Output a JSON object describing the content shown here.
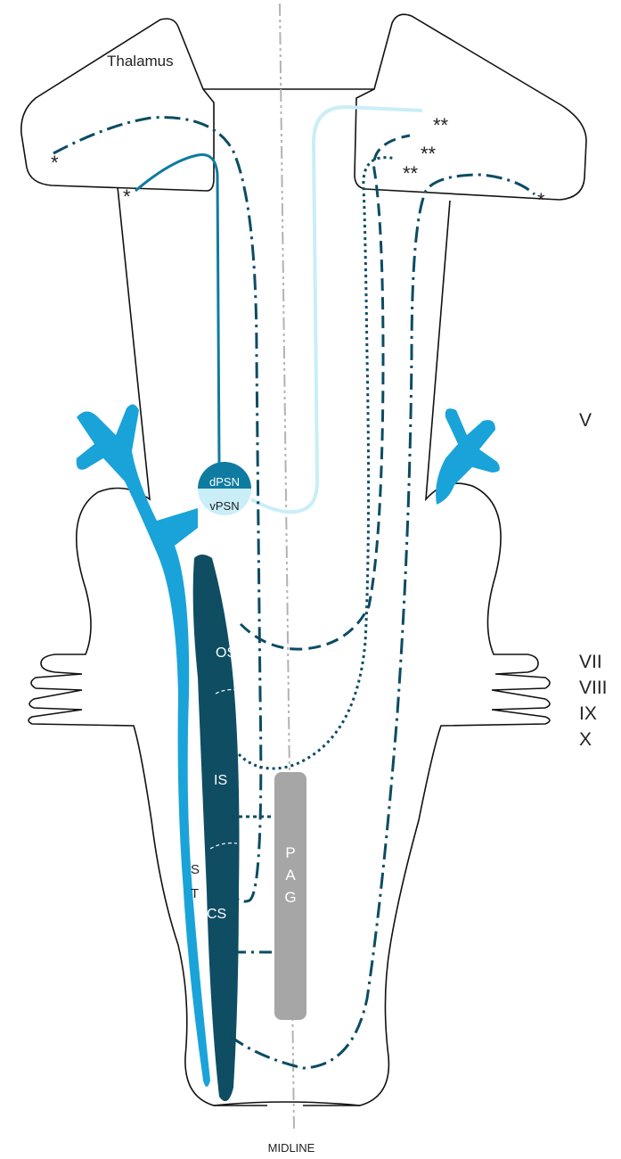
{
  "labels": {
    "thalamus": "Thalamus",
    "dpsn": "dPSN",
    "vpsn": "vPSN",
    "os": "OS",
    "is": "IS",
    "cs": "CS",
    "st_s": "S",
    "st_t": "T",
    "pag_p": "P",
    "pag_a": "A",
    "pag_g": "G",
    "midline": "MIDLINE"
  },
  "asterisks": {
    "left_outer": "*",
    "left_inner": "*",
    "right_top": "**",
    "right_mid": "**",
    "right_low": "**",
    "right_outer": "*"
  },
  "nerves": {
    "v": "V",
    "vii": "VII",
    "viii": "VIII",
    "ix": "IX",
    "x": "X"
  },
  "colors": {
    "outline": "#111111",
    "tract_light_blue": "#1aa3d9",
    "nucleus_dark": "#0f4d63",
    "tract_dark": "#0b4c63",
    "tract_pale": "#c9eef7",
    "dpsn_fill": "#0f7ba1",
    "vpsn_fill": "#c9eef7",
    "pag_fill": "#a6a6a6",
    "midline": "#b3b3b3"
  }
}
